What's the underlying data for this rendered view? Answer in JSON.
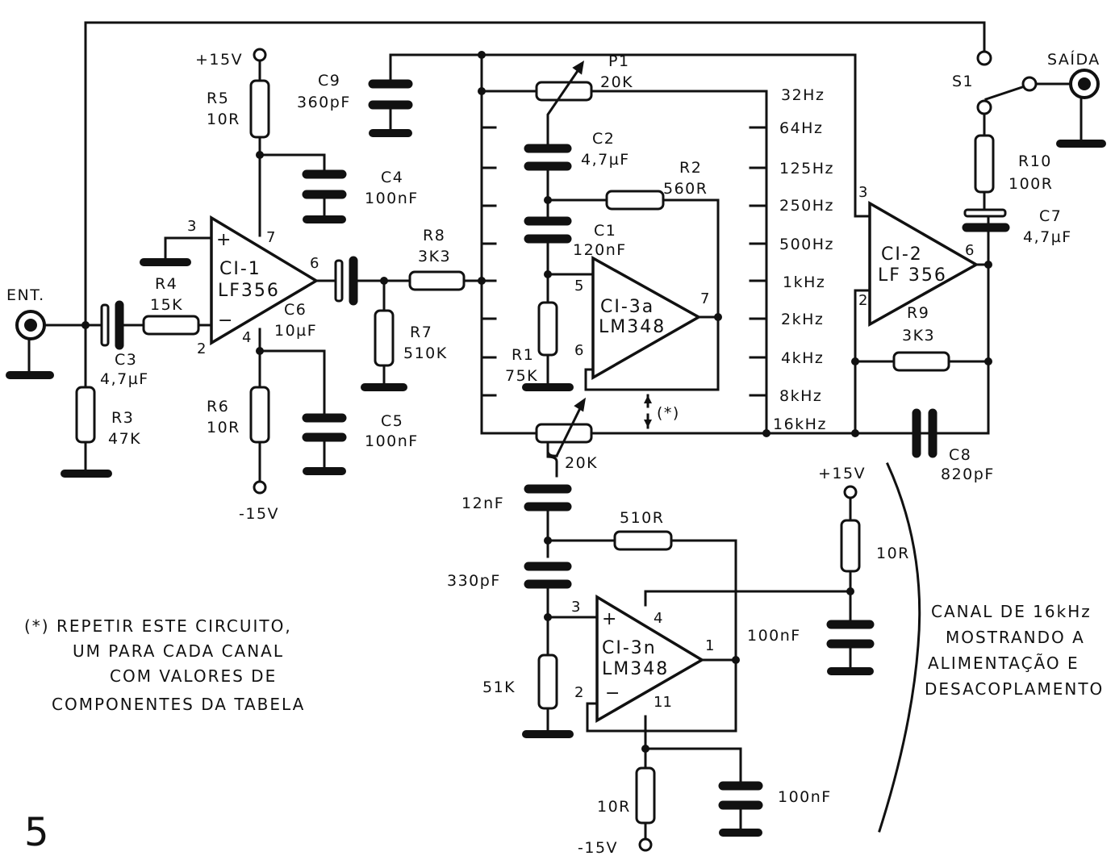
{
  "figure_number": "5",
  "labels": {
    "plus15_top": "+15V",
    "minus15_left": "-15V",
    "plus15_right": "+15V",
    "minus15_bottom": "-15V",
    "ent": "ENT.",
    "saida": "SAÍDA",
    "s1": "S1"
  },
  "components": {
    "r5": {
      "name": "R5",
      "value": "10R"
    },
    "r3": {
      "name": "R3",
      "value": "47K"
    },
    "r4": {
      "name": "R4",
      "value": "15K"
    },
    "r6": {
      "name": "R6",
      "value": "10R"
    },
    "r7": {
      "name": "R7",
      "value": "510K"
    },
    "r8": {
      "name": "R8",
      "value": "3K3"
    },
    "r1": {
      "name": "R1",
      "value": "75K"
    },
    "r2": {
      "name": "R2",
      "value": "560R"
    },
    "r9": {
      "name": "R9",
      "value": "3K3"
    },
    "r10": {
      "name": "R10",
      "value": "100R"
    },
    "c9": {
      "name": "C9",
      "value": "360pF"
    },
    "c4": {
      "name": "C4",
      "value": "100nF"
    },
    "c3": {
      "name": "C3",
      "value": "4,7µF"
    },
    "c6": {
      "name": "C6",
      "value": "10µF"
    },
    "c5": {
      "name": "C5",
      "value": "100nF"
    },
    "c2": {
      "name": "C2",
      "value": "4,7µF"
    },
    "c1": {
      "name": "C1",
      "value": "120nF"
    },
    "c7": {
      "name": "C7",
      "value": "4,7µF"
    },
    "c8": {
      "name": "C8",
      "value": "820pF"
    },
    "p1": {
      "name": "P1",
      "value": "20K"
    },
    "p16k": {
      "value": "20K"
    },
    "c16a": {
      "value": "12nF"
    },
    "c16b": {
      "value": "330pF"
    },
    "r16a": {
      "value": "510R"
    },
    "r16b": {
      "value": "51K"
    },
    "r16pos": {
      "value": "10R"
    },
    "r16neg": {
      "value": "10R"
    },
    "c16pos": {
      "value": "100nF"
    },
    "c16neg": {
      "value": "100nF"
    }
  },
  "ics": {
    "ci1": {
      "name": "CI-1",
      "part": "LF356",
      "pins": [
        "3",
        "2",
        "7",
        "4",
        "6"
      ],
      "plus": "+",
      "minus": "−"
    },
    "ci2": {
      "name": "CI-2",
      "part": "LF 356",
      "pins": [
        "3",
        "2",
        "6"
      ]
    },
    "ci3a": {
      "name": "CI-3a",
      "part": "LM348",
      "pins": [
        "5",
        "6",
        "7"
      ]
    },
    "ci3n": {
      "name": "CI-3n",
      "part": "LM348",
      "pins": [
        "3",
        "2",
        "4",
        "11",
        "1"
      ],
      "plus": "+",
      "minus": "−"
    }
  },
  "frequencies": [
    "32Hz",
    "64Hz",
    "125Hz",
    "250Hz",
    "500Hz",
    "1kHz",
    "2kHz",
    "4kHz",
    "8kHz",
    "16kHz"
  ],
  "asterisk": "(*)",
  "note_lines": [
    "(*) REPETIR ESTE CIRCUITO,",
    "UM PARA CADA CANAL",
    "COM VALORES DE",
    "COMPONENTES DA TABELA"
  ],
  "channel_lines": [
    "CANAL DE 16kHz",
    "MOSTRANDO A",
    "ALIMENTAÇÃO E",
    "DESACOPLAMENTO"
  ]
}
